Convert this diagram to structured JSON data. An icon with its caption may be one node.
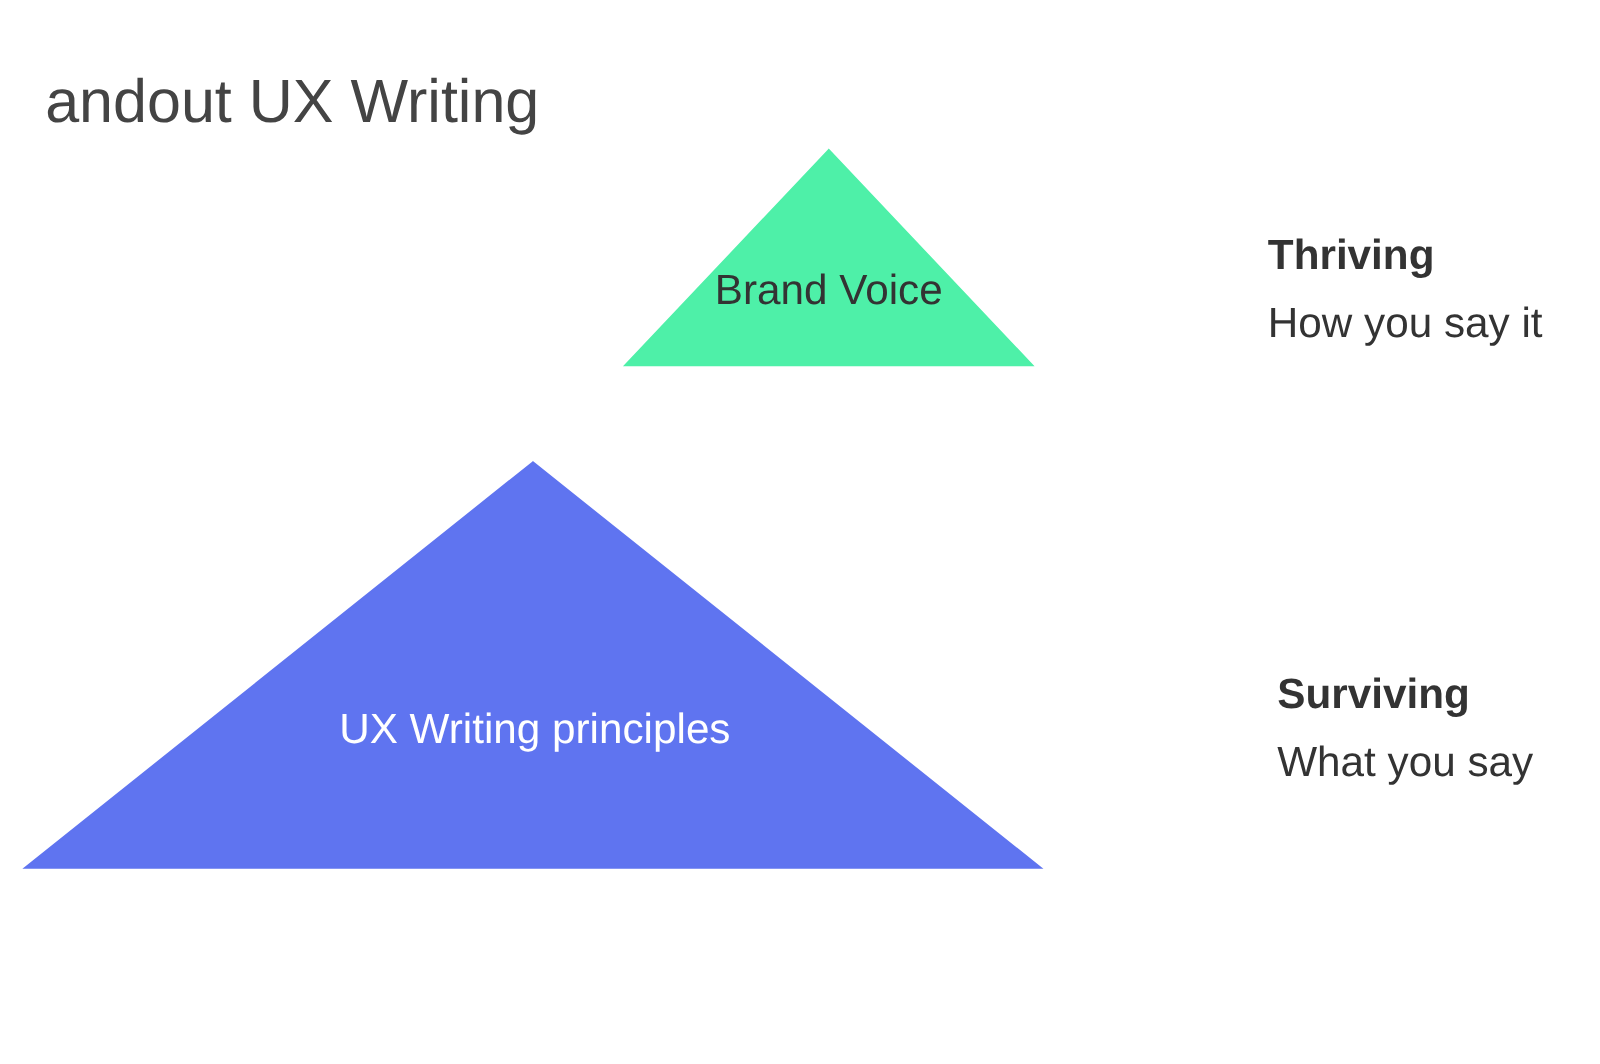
{
  "diagram": {
    "title": "andout UX Writing",
    "nodes": [
      {
        "text": [
          "Brand Voice"
        ]
      },
      {
        "text": [
          "UX Writing principles"
        ]
      }
    ],
    "labels": [
      "Thriving",
      "How you say it",
      "Surviving",
      "What you say"
    ]
  }
}
